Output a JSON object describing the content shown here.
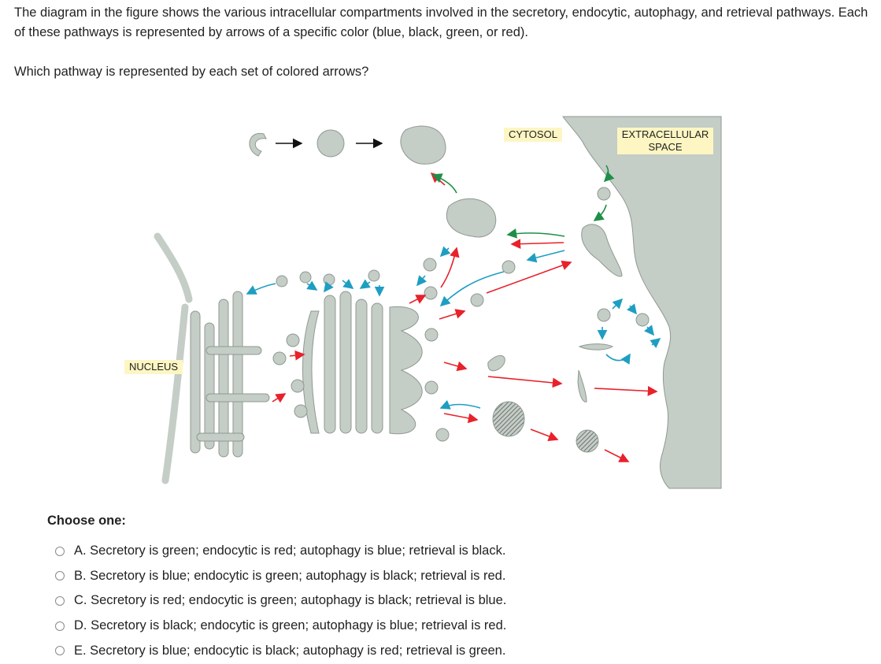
{
  "question": {
    "text": "The diagram in the figure shows the various intracellular compartments involved in the secretory, endocytic, autophagy, and retrieval pathways. Each of these pathways is represented by arrows of a specific color (blue, black, green, or red).",
    "prompt": "Which pathway is represented by each set of colored arrows?"
  },
  "figure": {
    "labels": {
      "cytosol": "CYTOSOL",
      "extracellular": "EXTRACELLULAR SPACE",
      "nucleus": "NUCLEUS"
    },
    "colors": {
      "membrane": "#c4cdc6",
      "membrane_stroke": "#8f9992",
      "label_bg": "#fdf6c3",
      "red": "#e8212a",
      "blue": "#1e9ec2",
      "green": "#1f8f48",
      "black": "#111111"
    }
  },
  "choose_label": "Choose one:",
  "options": [
    {
      "key": "A",
      "text": "A. Secretory is green; endocytic is red; autophagy is blue; retrieval is black."
    },
    {
      "key": "B",
      "text": "B. Secretory is blue; endocytic is green; autophagy is black; retrieval is red."
    },
    {
      "key": "C",
      "text": "C. Secretory is red; endocytic is green; autophagy is black; retrieval is blue."
    },
    {
      "key": "D",
      "text": "D. Secretory is black; endocytic is green; autophagy is blue; retrieval is red."
    },
    {
      "key": "E",
      "text": "E. Secretory is blue; endocytic is black; autophagy is red; retrieval is green."
    }
  ]
}
